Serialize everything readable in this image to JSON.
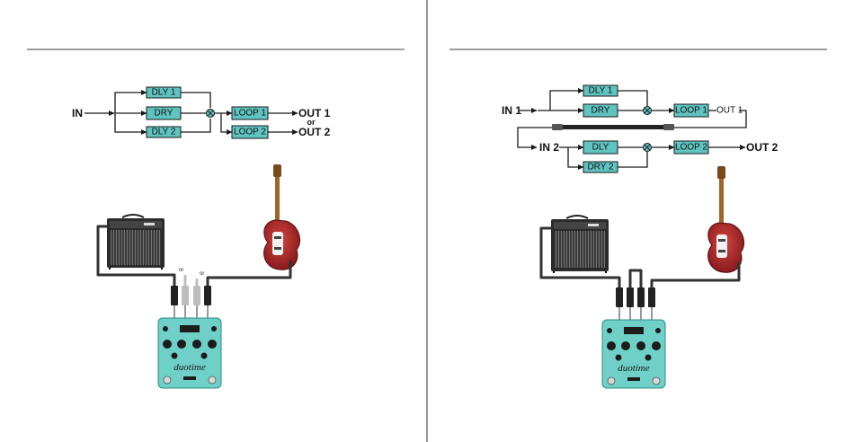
{
  "left": {
    "in_label": "IN",
    "dly1_label": "DLY 1",
    "dry_label": "DRY",
    "dly2_label": "DLY 2",
    "loop1_label": "LOOP 1",
    "loop2_label": "LOOP 2",
    "out1_label": "OUT 1",
    "or_label": "or",
    "out2_label": "OUT 2",
    "cable_or_1": "or",
    "cable_or_2": "or",
    "pedal_logo": "duotime"
  },
  "right": {
    "in1_label": "IN 1",
    "dly1_label": "DLY 1",
    "dry_label": "DRY",
    "loop1_label": "LOOP 1",
    "out1_label": "OUT 1",
    "in2_label": "IN 2",
    "dly_label": "DLY",
    "dry2_label": "DRY 2",
    "loop2_label": "LOOP 2",
    "out2_label": "OUT 2",
    "pedal_logo": "duotime"
  },
  "colors": {
    "block_fill": "#5fc4c0",
    "pedal_body": "#6fd0c8",
    "guitar_body": "#b3262a",
    "amp_body": "#2b2b2b"
  }
}
